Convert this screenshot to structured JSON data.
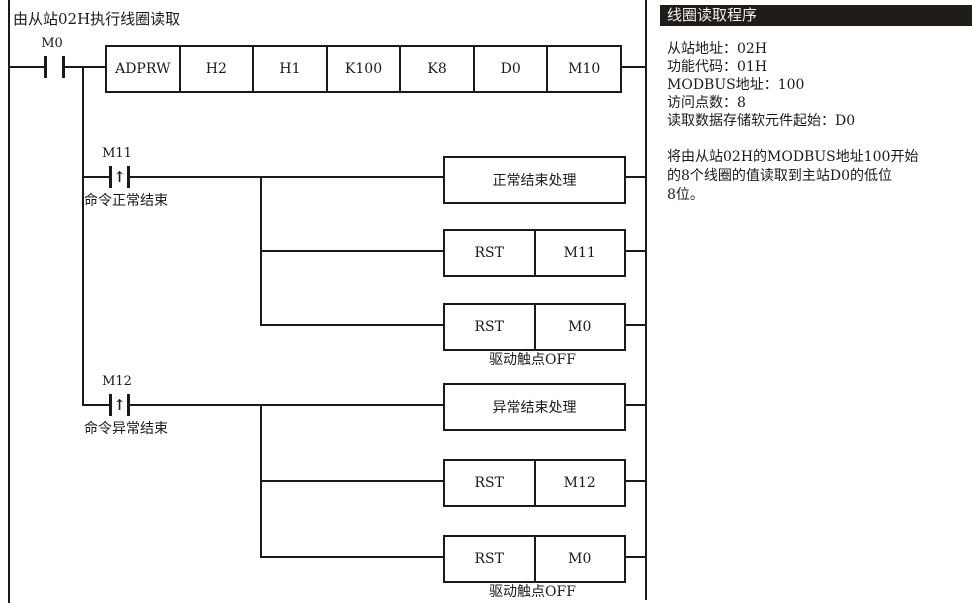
{
  "colors": {
    "line": "#1a1a1a",
    "panel_header_bg": "#201c19",
    "panel_header_fg": "#f5f2ee"
  },
  "icons": {
    "rising_edge": "↑"
  },
  "ladder": {
    "comment": "由从站02H执行线圈读取",
    "rung1": {
      "contact": "M0",
      "instruction": [
        "ADPRW",
        "H2",
        "H1",
        "K100",
        "K8",
        "D0",
        "M10"
      ]
    },
    "rung2": {
      "contact": "M11",
      "contact_label": "命令正常结束",
      "box": "正常结束处理",
      "rst": "RST",
      "rst_operand": "M11",
      "rst2": "RST",
      "rst2_operand": "M0",
      "note": "驱动触点OFF"
    },
    "rung3": {
      "contact": "M12",
      "contact_label": "命令异常结束",
      "box": "异常结束处理",
      "rst": "RST",
      "rst_operand": "M12",
      "rst2": "RST",
      "rst2_operand": "M0",
      "note": "驱动触点OFF"
    }
  },
  "panel": {
    "title": "线圈读取程序",
    "info": [
      "从站地址：02H",
      "功能代码：01H",
      "MODBUS地址：100",
      "访问点数：8",
      "读取数据存储软元件起始：D0"
    ],
    "description": [
      "将由从站02H的MODBUS地址100开始",
      "的8个线圈的值读取到主站D0的低位",
      "8位。"
    ]
  }
}
